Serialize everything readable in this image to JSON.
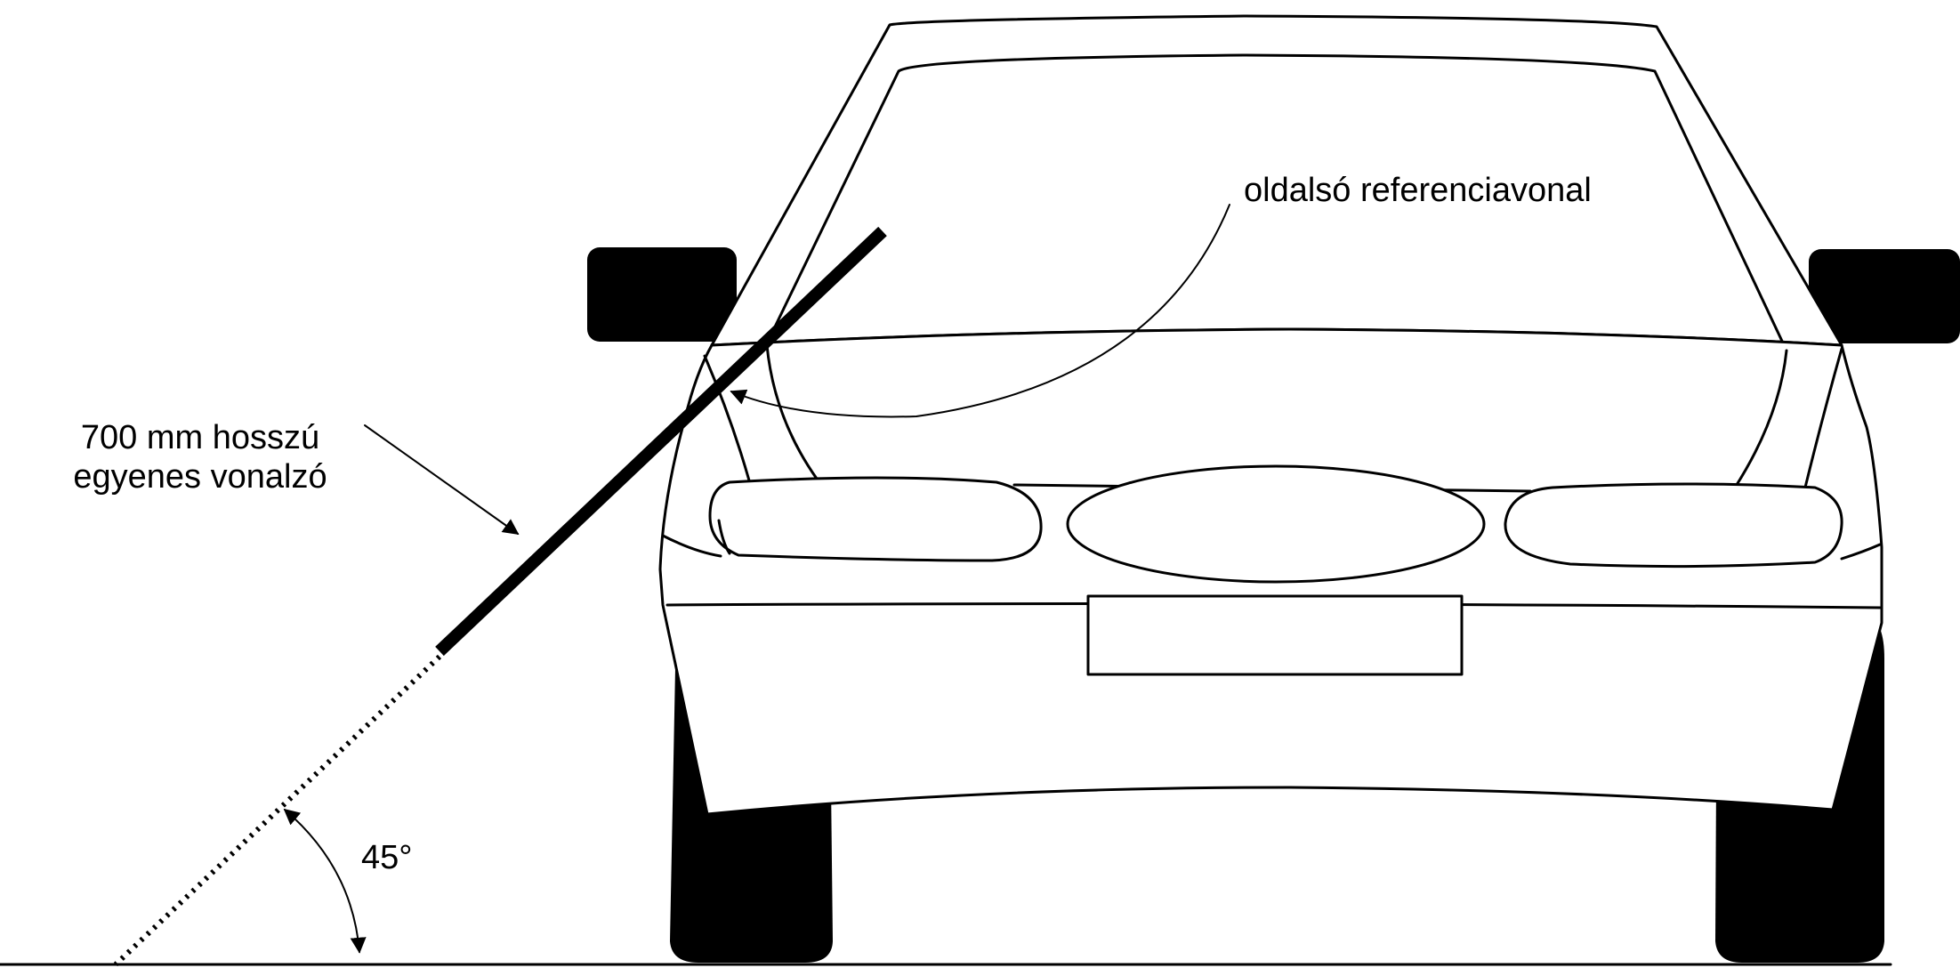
{
  "labels": {
    "ruler_line1": "700 mm hosszú",
    "ruler_line2": "egyenes vonalzó",
    "reference_line": "oldalsó referenciavonal",
    "angle": "45°"
  },
  "colors": {
    "ink": "#000000",
    "paper": "#ffffff"
  }
}
